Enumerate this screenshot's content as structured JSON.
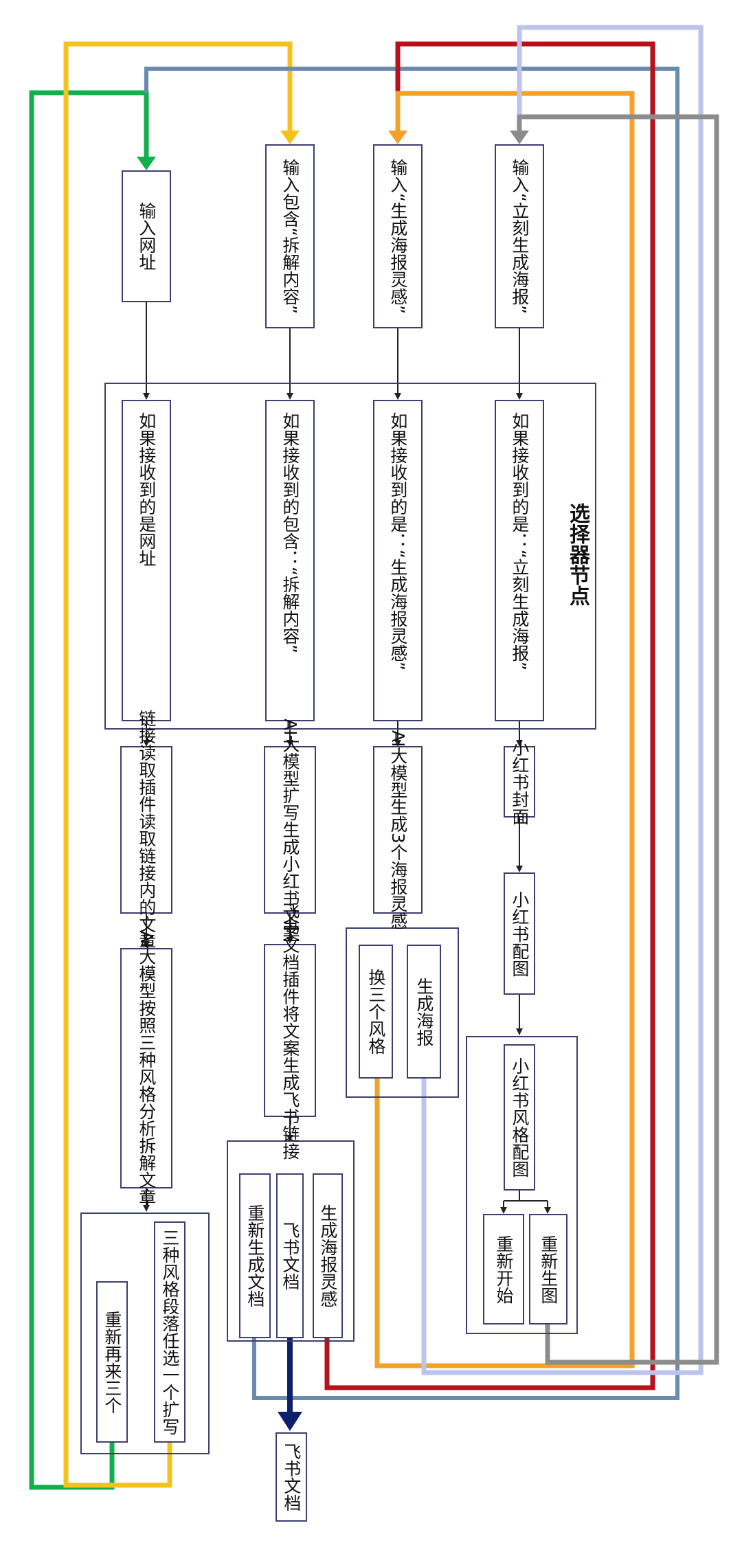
{
  "selector_title": "选择器节点",
  "nodes": {
    "input_url": "输入网址",
    "input_split": "输入包含“拆解内容”",
    "input_idea": "输入“生成海报灵感”",
    "input_poster": "输入“立刻生成海报”",
    "cond_url": "如果接收到的是网址",
    "cond_split": "如果接收到的包含：“拆解内容”",
    "cond_idea": "如果接收到的是：“生成海报灵感”",
    "cond_poster": "如果接收到的是：“立刻生成海报”",
    "link_plugin_1": "链接读取插件",
    "link_plugin_2": "读取链接内的文章",
    "ai_expand_1": "AI大模型",
    "ai_expand_2": "扩写生成小红书文案",
    "ai_idea_1": "AI大模型",
    "ai_idea_2": "生成3个海报灵感",
    "xhs_cover": "小红书封面",
    "xhs_image": "小红书配图",
    "ai_analyze_1": "AI大模型",
    "ai_analyze_2": "按照三种风格分析拆解文章",
    "feishu_plugin_1": "飞书文档插件",
    "feishu_plugin_2": "将文案生成飞书链接",
    "change_styles": "换三个风格",
    "gen_poster": "生成海报",
    "xhs_style_image": "小红书风格配图",
    "restart": "重新开始",
    "regen_image": "重新生图",
    "pick_expand": "三种风格段落任选一个扩写",
    "again_three": "重新再来三个",
    "regen_doc": "重新生成文档",
    "feishu_doc_btn": "飞书文档",
    "gen_idea_btn": "生成海报灵感",
    "feishu_doc_out": "飞书文档"
  },
  "colors": {
    "green": "#12b04c",
    "yellow": "#f5c21b",
    "steel": "#6a8bb0",
    "red": "#b8111c",
    "orange": "#f2a12a",
    "lavender": "#bcc3ec",
    "gray": "#8c8c8c",
    "navy": "#0c1f6b",
    "black": "#222222"
  }
}
